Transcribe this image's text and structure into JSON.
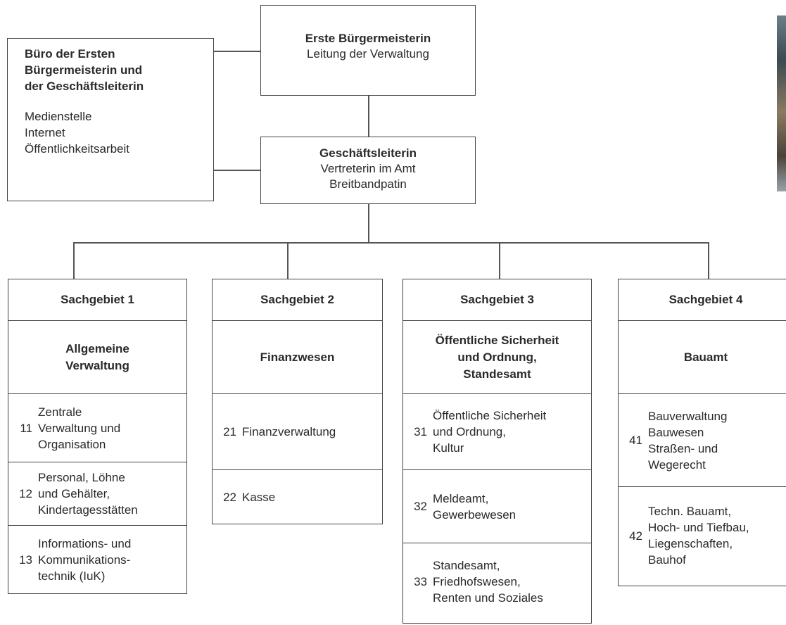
{
  "top": {
    "title": "Erste Bürgermeisterin",
    "subtitle": "Leitung der Verwaltung"
  },
  "buero": {
    "title": "Büro der Ersten\nBürgermeisterin und\nder Geschäftsleiterin",
    "items": "Medienstelle\nInternet\nÖffentlichkeitsarbeit"
  },
  "gl": {
    "title": "Geschäftsleiterin",
    "line1": "Vertreterin im Amt",
    "line2": "Breitbandpatin"
  },
  "columns": [
    {
      "header": "Sachgebiet 1",
      "title": "Allgemeine\nVerwaltung",
      "items": [
        {
          "num": "11",
          "text": "Zentrale\nVerwaltung und\nOrganisation"
        },
        {
          "num": "12",
          "text": "Personal, Löhne\nund Gehälter,\nKindertagesstätten"
        },
        {
          "num": "13",
          "text": "Informations- und\nKommunikations-\ntechnik (IuK)"
        }
      ]
    },
    {
      "header": "Sachgebiet 2",
      "title": "Finanzwesen",
      "items": [
        {
          "num": "21",
          "text": "Finanzverwaltung"
        },
        {
          "num": "22",
          "text": "Kasse"
        }
      ]
    },
    {
      "header": "Sachgebiet 3",
      "title": "Öffentliche Sicherheit\nund Ordnung,\nStandesamt",
      "items": [
        {
          "num": "31",
          "text": "Öffentliche Sicherheit\nund Ordnung,\nKultur"
        },
        {
          "num": "32",
          "text": "Meldeamt,\nGewerbewesen"
        },
        {
          "num": "33",
          "text": "Standesamt,\nFriedhofswesen,\nRenten und Soziales"
        }
      ]
    },
    {
      "header": "Sachgebiet 4",
      "title": "Bauamt",
      "items": [
        {
          "num": "41",
          "text": "Bauverwaltung\nBauwesen\nStraßen- und\nWegerecht"
        },
        {
          "num": "42",
          "text": "Techn. Bauamt,\nHoch- und Tiefbau,\nLiegenschaften,\nBauhof"
        }
      ]
    }
  ]
}
